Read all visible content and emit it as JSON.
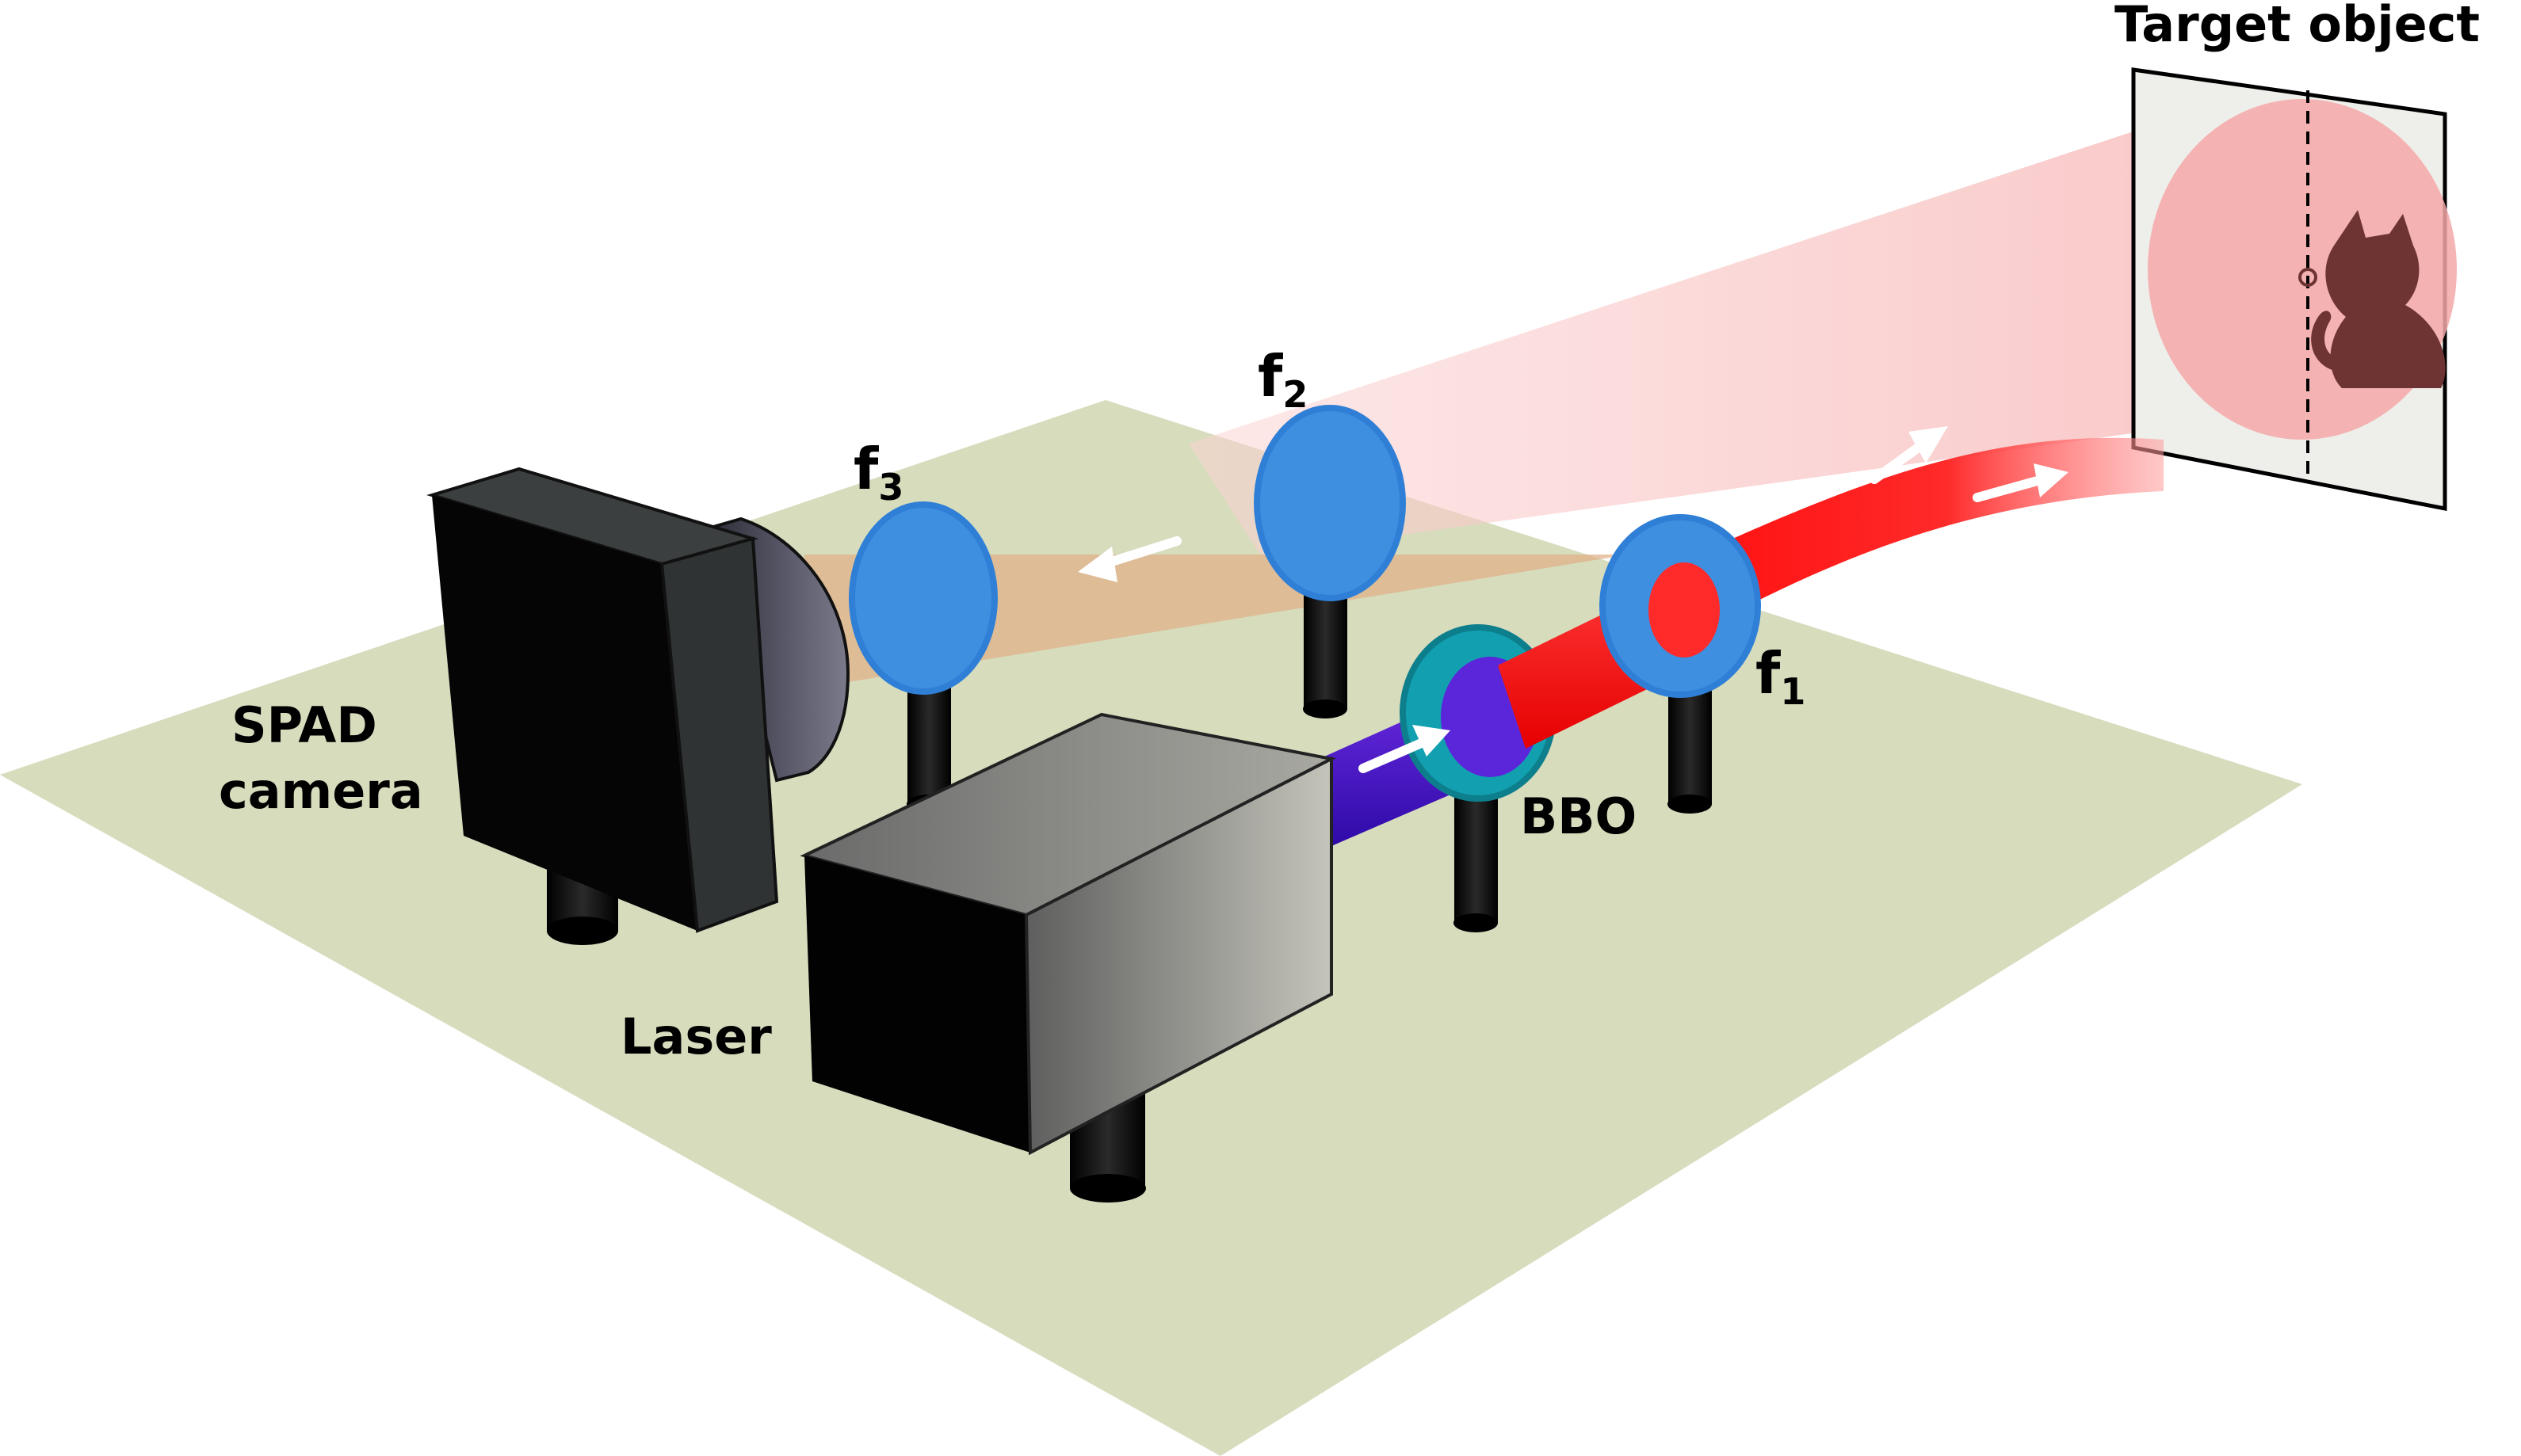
{
  "labels": {
    "target_object": "Target object",
    "spad_camera_line1": "SPAD",
    "spad_camera_line2": "camera",
    "laser": "Laser",
    "bbo": "BBO",
    "f1": {
      "base": "f",
      "sub": "1"
    },
    "f2": {
      "base": "f",
      "sub": "2"
    },
    "f3": {
      "base": "f",
      "sub": "3"
    }
  },
  "colors": {
    "table": "#d7dcbd",
    "pump_beam": "#4a10cc",
    "spdc_beam": "#ff1515",
    "illumination_cone": "#f7b7b7",
    "return_path": "#e0b08a",
    "lens": "#3f8fe0",
    "lens_rim": "#2f7fd6",
    "bbo_crystal": "#14a3b3",
    "target_card": "#eeeeea",
    "cat": "#6e3333",
    "camera_body": "#2c2f2f",
    "laser_body": "#8d8d8d",
    "post": "#1a1a1a"
  },
  "icons": {
    "object": "cat-icon",
    "direction": "arrow-icon"
  }
}
